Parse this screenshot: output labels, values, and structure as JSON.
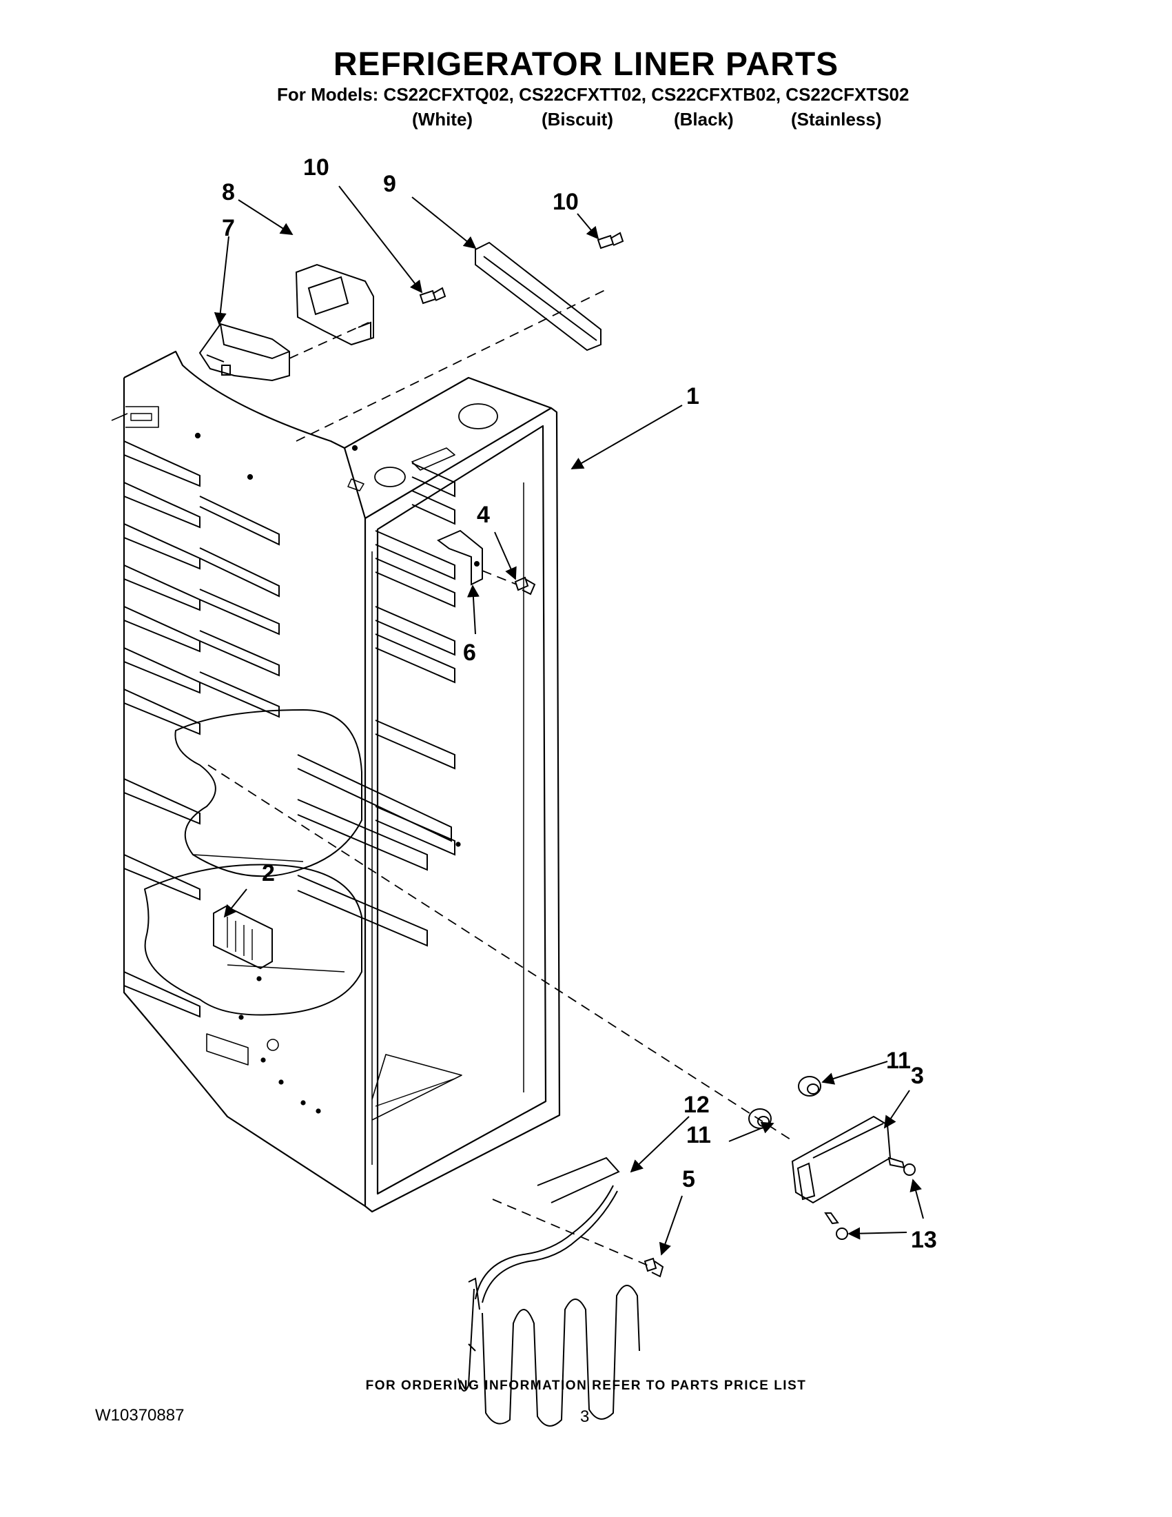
{
  "header": {
    "title": "REFRIGERATOR LINER PARTS",
    "models_line": "For Models: CS22CFXTQ02, CS22CFXTT02, CS22CFXTB02, CS22CFXTS02",
    "variants": [
      "(White)",
      "(Biscuit)",
      "(Black)",
      "(Stainless)"
    ]
  },
  "callouts": {
    "c1": "1",
    "c2": "2",
    "c3": "3",
    "c4": "4",
    "c5": "5",
    "c6": "6",
    "c7": "7",
    "c8": "8",
    "c9": "9",
    "c10a": "10",
    "c10b": "10",
    "c11a": "11",
    "c11b": "11",
    "c12": "12",
    "c13": "13"
  },
  "footer": {
    "ordering_note": "FOR ORDERING INFORMATION REFER TO PARTS PRICE LIST",
    "document_number": "W10370887",
    "page_number": "3"
  }
}
